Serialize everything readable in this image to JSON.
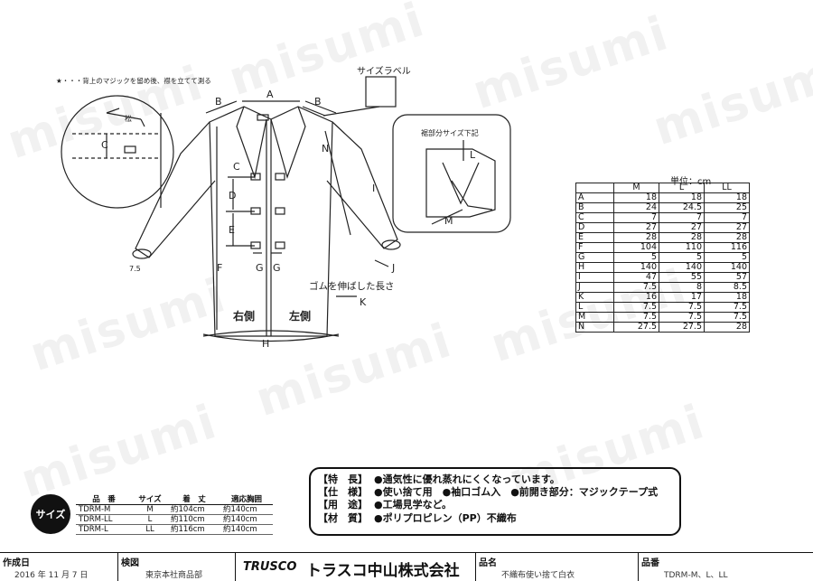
{
  "watermark": "misumi",
  "diagram": {
    "note": "★・・・背上のマジックを留め後、襟を立てて測る",
    "size_label_tag": "サイズラベル",
    "inset_title": "裾部分サイズ下記",
    "letters": {
      "A": "A",
      "B": "B",
      "C": "C",
      "D": "D",
      "E": "E",
      "F": "F",
      "G": "G",
      "H": "H",
      "I": "I",
      "J": "J",
      "K": "K",
      "L": "L",
      "M": "M",
      "N": "N"
    },
    "right_side": "右側",
    "left_side": "左側",
    "sleeve_value": "7.5",
    "rubber_note": "ゴムを伸ばした長さ",
    "collar_mark": "松"
  },
  "size_table": {
    "unit": "単位：cm",
    "headers": [
      "",
      "M",
      "L",
      "LL"
    ],
    "rows": [
      [
        "A",
        "18",
        "18",
        "18"
      ],
      [
        "B",
        "24",
        "24.5",
        "25"
      ],
      [
        "C",
        "7",
        "7",
        "7"
      ],
      [
        "D",
        "27",
        "27",
        "27"
      ],
      [
        "E",
        "28",
        "28",
        "28"
      ],
      [
        "F",
        "104",
        "110",
        "116"
      ],
      [
        "G",
        "5",
        "5",
        "5"
      ],
      [
        "H",
        "140",
        "140",
        "140"
      ],
      [
        "I",
        "47",
        "55",
        "57"
      ],
      [
        "J",
        "7.5",
        "8",
        "8.5"
      ],
      [
        "K",
        "16",
        "17",
        "18"
      ],
      [
        "L",
        "7.5",
        "7.5",
        "7.5"
      ],
      [
        "M",
        "7.5",
        "7.5",
        "7.5"
      ],
      [
        "N",
        "27.5",
        "27.5",
        "28"
      ]
    ]
  },
  "features": [
    {
      "label": "【特　長】",
      "text": "●通気性に優れ蒸れにくくなっています。"
    },
    {
      "label": "【仕　様】",
      "text": "●使い捨て用　●袖口ゴム入　●前開き部分：マジックテープ式"
    },
    {
      "label": "【用　途】",
      "text": "●工場見学など。"
    },
    {
      "label": "【材　質】",
      "text": "●ポリプロピレン（PP）不織布"
    }
  ],
  "variants": {
    "badge": "サイズ",
    "headers": [
      "品　番",
      "サイズ",
      "着　丈",
      "適応胸囲"
    ],
    "rows": [
      [
        "TDRM-M",
        "M",
        "約104cm",
        "約140cm"
      ],
      [
        "TDRM-LL",
        "L",
        "約110cm",
        "約140cm"
      ],
      [
        "TDRM-L",
        "LL",
        "約116cm",
        "約140cm"
      ]
    ]
  },
  "footer": {
    "created_label": "作成日",
    "created_value": "2016 年 11 月 7 日",
    "drawing_label": "検図",
    "drawing_value": "東京本社商品部",
    "brand": "TRUSCO",
    "company": "トラスコ中山株式会社",
    "product_label": "品名",
    "product_value": "不織布使い捨て白衣",
    "code_label": "品番",
    "code_value": "TDRM-M、L、LL"
  }
}
